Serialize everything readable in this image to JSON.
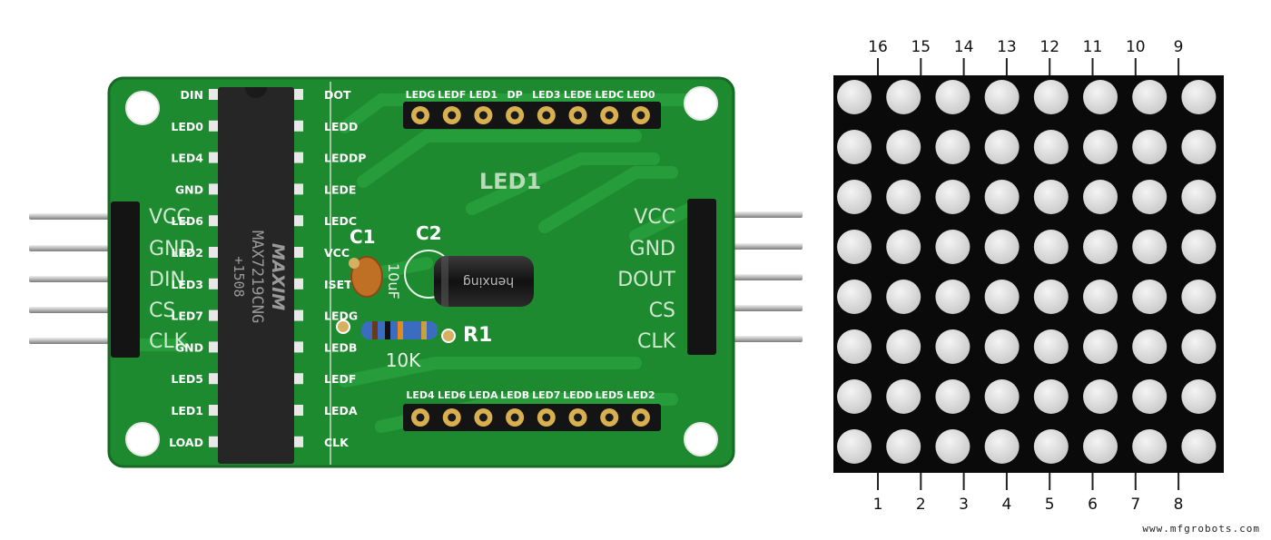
{
  "board": {
    "chip_left_labels": [
      "DIN",
      "LED0",
      "LED4",
      "GND",
      "LED6",
      "LED2",
      "LED3",
      "LED7",
      "GND",
      "LED5",
      "LED1",
      "LOAD"
    ],
    "chip_right_labels": [
      "DOT",
      "LEDD",
      "LEDDP",
      "LEDE",
      "LEDC",
      "VCC",
      "ISET",
      "LEDG",
      "LEDB",
      "LEDF",
      "LEDA",
      "CLK"
    ],
    "chip_marking": [
      "MAXIM",
      "MAX7219CNG",
      "+1508"
    ],
    "top_header_labels": [
      "LEDG",
      "LEDF",
      "LED1",
      "DP",
      "LED3",
      "LEDE",
      "LEDC",
      "LED0"
    ],
    "bottom_header_labels": [
      "LED4",
      "LED6",
      "LEDA",
      "LEDB",
      "LED7",
      "LEDD",
      "LED5",
      "LED2"
    ],
    "input_pins": [
      "VCC",
      "GND",
      "DIN",
      "CS",
      "CLK"
    ],
    "output_pins": [
      "VCC",
      "GND",
      "DOUT",
      "CS",
      "CLK"
    ],
    "matrix_label": "LED1",
    "c1_label": "C1",
    "c2_label": "C2",
    "c1_value": "10uF",
    "r1_label": "R1",
    "r1_value": "10K",
    "cap_brand": "henxing",
    "colors": {
      "pcb": "#1e8a30",
      "pcb_edge": "#156b22",
      "chip": "#262626",
      "matrix": "#0a0a0a",
      "led": "#dcdcdc"
    }
  },
  "matrix": {
    "rows": 8,
    "cols": 8,
    "top_pins": [
      "16",
      "15",
      "14",
      "13",
      "12",
      "11",
      "10",
      "9"
    ],
    "bottom_pins": [
      "1",
      "2",
      "3",
      "4",
      "5",
      "6",
      "7",
      "8"
    ]
  },
  "watermark": "www.mfgrobots.com"
}
